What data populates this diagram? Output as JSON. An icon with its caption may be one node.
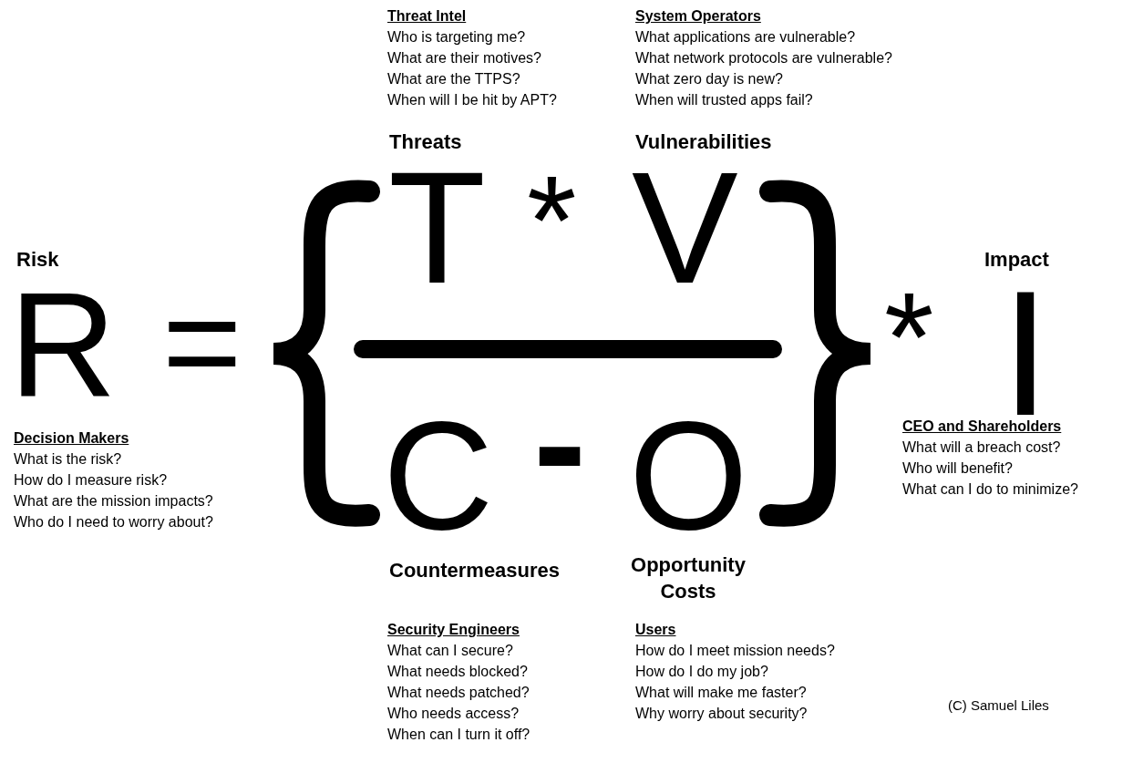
{
  "diagram": {
    "labels": [
      "Threat Intel",
      "Who is targeting me?",
      "What are their motives?",
      "What are the TTPS?",
      "When will I be hit by APT?",
      "System Operators",
      "What applications are vulnerable?",
      "What network protocols are vulnerable?",
      "What zero day is new?",
      "When will trusted apps fail?",
      "Threats",
      "Vulnerabilities",
      "Risk",
      "Impact",
      "R",
      "=",
      "T",
      "*",
      "V",
      "*",
      "I",
      "C",
      "-",
      "O",
      "Decision Makers",
      "What is the risk?",
      "How do I measure risk?",
      "What are the mission impacts?",
      "Who do I need to worry about?",
      "CEO and Shareholders",
      "What will a breach cost?",
      "Who will benefit?",
      "What can I do to minimize?",
      "Countermeasures",
      "Opportunity Costs",
      "Security Engineers",
      "What can I secure?",
      "What needs blocked?",
      "What needs patched?",
      "Who needs access?",
      "When can I turn it off?",
      "Users",
      "How do I meet mission needs?",
      "How do I do my job?",
      "What will make me faster?",
      "Why worry about security?",
      "(C) Samuel Liles"
    ]
  }
}
